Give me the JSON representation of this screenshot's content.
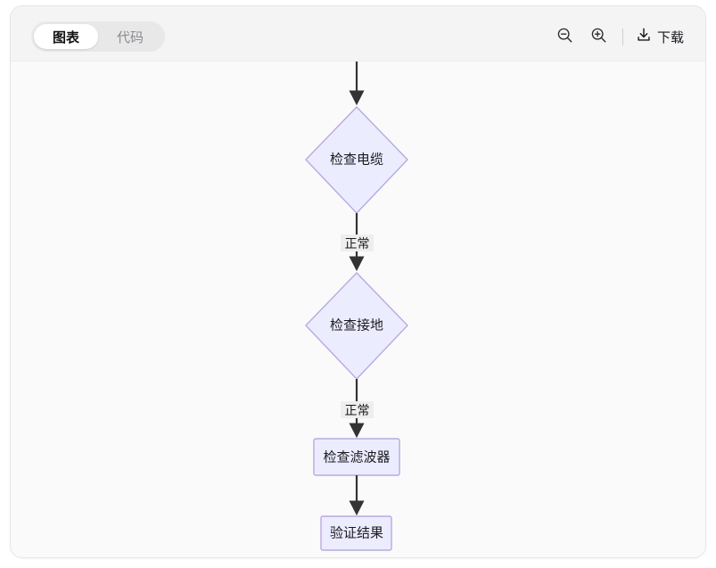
{
  "card": {
    "tabs": [
      {
        "label": "图表",
        "name": "tab-chart",
        "active": true
      },
      {
        "label": "代码",
        "name": "代码",
        "active": false
      }
    ],
    "toolbar": {
      "zoom_out_icon": "zoom-out-icon",
      "zoom_in_icon": "zoom-in-icon",
      "download_icon": "download-icon",
      "download_label": "下载"
    }
  },
  "diagram": {
    "type": "flowchart",
    "direction": "top-to-bottom",
    "colors": {
      "node_fill": "#ececff",
      "node_stroke": "#b8a9e0",
      "edge_stroke": "#333333",
      "label_bg": "#eeeeee",
      "canvas_bg": "#fafafa"
    },
    "nodes": [
      {
        "id": "n1",
        "label": "检查电缆",
        "shape": "diamond"
      },
      {
        "id": "n2",
        "label": "检查接地",
        "shape": "diamond"
      },
      {
        "id": "n3",
        "label": "检查滤波器",
        "shape": "rect"
      },
      {
        "id": "n4",
        "label": "验证结果",
        "shape": "rect"
      }
    ],
    "edges": [
      {
        "from": "incoming",
        "to": "n1",
        "label": ""
      },
      {
        "from": "n1",
        "to": "n2",
        "label": "正常"
      },
      {
        "from": "n2",
        "to": "n3",
        "label": "正常"
      },
      {
        "from": "n3",
        "to": "n4",
        "label": ""
      }
    ]
  }
}
